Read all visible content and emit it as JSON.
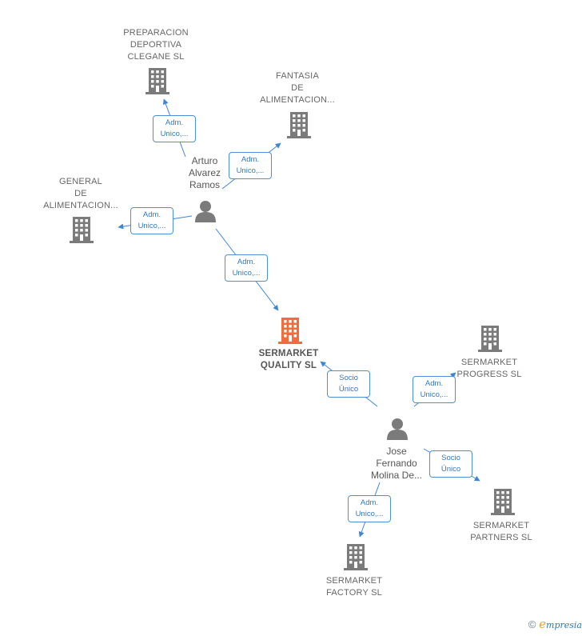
{
  "companies": [
    {
      "id": "preparacion",
      "lines": [
        "PREPARACION",
        "DEPORTIVA",
        "CLEGANE  SL"
      ],
      "main": false
    },
    {
      "id": "fantasia",
      "lines": [
        "FANTASIA",
        "DE",
        "ALIMENTACION..."
      ],
      "main": false
    },
    {
      "id": "general",
      "lines": [
        "GENERAL",
        "DE",
        "ALIMENTACION..."
      ],
      "main": false
    },
    {
      "id": "sermarket_quality",
      "lines": [
        "SERMARKET",
        "QUALITY  SL"
      ],
      "main": true
    },
    {
      "id": "sermarket_progress",
      "lines": [
        "SERMARKET",
        "PROGRESS  SL"
      ],
      "main": false
    },
    {
      "id": "sermarket_partners",
      "lines": [
        "SERMARKET",
        "PARTNERS  SL"
      ],
      "main": false
    },
    {
      "id": "sermarket_factory",
      "lines": [
        "SERMARKET",
        "FACTORY  SL"
      ],
      "main": false
    }
  ],
  "persons": [
    {
      "id": "arturo",
      "lines": [
        "Arturo",
        "Alvarez",
        "Ramos"
      ]
    },
    {
      "id": "jose",
      "lines": [
        "Jose",
        "Fernando",
        "Molina De..."
      ]
    }
  ],
  "edges": [
    {
      "id": "e1",
      "from": "arturo",
      "to": "preparacion",
      "label": [
        "Adm.",
        "Unico,..."
      ]
    },
    {
      "id": "e2",
      "from": "arturo",
      "to": "fantasia",
      "label": [
        "Adm.",
        "Unico,..."
      ]
    },
    {
      "id": "e3",
      "from": "arturo",
      "to": "general",
      "label": [
        "Adm.",
        "Unico,..."
      ]
    },
    {
      "id": "e4",
      "from": "arturo",
      "to": "sermarket_quality",
      "label": [
        "Adm.",
        "Unico,..."
      ]
    },
    {
      "id": "e5",
      "from": "jose",
      "to": "sermarket_quality",
      "label": [
        "Socio",
        "Único"
      ]
    },
    {
      "id": "e6",
      "from": "jose",
      "to": "sermarket_progress",
      "label": [
        "Adm.",
        "Unico,..."
      ]
    },
    {
      "id": "e7",
      "from": "jose",
      "to": "sermarket_partners",
      "label": [
        "Socio",
        "Único"
      ]
    },
    {
      "id": "e8",
      "from": "jose",
      "to": "sermarket_factory",
      "label": [
        "Adm.",
        "Unico,..."
      ]
    }
  ],
  "colors": {
    "edge": "#3d86d6",
    "building": "#7b7b7b",
    "building_main": "#f26c3c",
    "person": "#7b7b7b"
  },
  "footer": {
    "copyright": "©",
    "brand_initial": "e",
    "brand_rest": "mpresia"
  }
}
